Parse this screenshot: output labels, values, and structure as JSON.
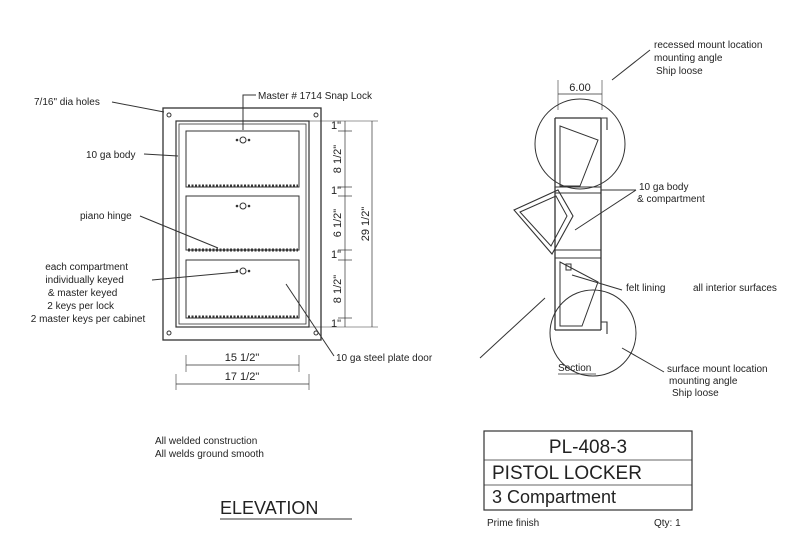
{
  "elevation": {
    "callouts": {
      "holes": "7/16\" dia holes",
      "lock": "Master # 1714 Snap Lock",
      "body": "10 ga body",
      "hinge": "piano hinge",
      "keyed": [
        "each compartment",
        "individually keyed",
        "& master keyed",
        "2 keys per lock",
        "2 master keys per cabinet"
      ],
      "door": "10 ga steel plate door"
    },
    "dimensions": {
      "gap": "1\"",
      "compartment": "8 1/2\"",
      "middle_compartment": "6 1/2\"",
      "overall_height": "29 1/2\"",
      "inner_width": "15 1/2\"",
      "outer_width": "17 1/2\""
    },
    "notes": [
      "All welded construction",
      "All welds ground smooth"
    ],
    "title": "ELEVATION"
  },
  "section": {
    "recessed": [
      "recessed mount location",
      "mounting angle",
      "Ship loose"
    ],
    "depth": "6.00",
    "body_compartment": [
      "10 ga body",
      "& compartment"
    ],
    "felt": "felt lining",
    "interior": "all interior surfaces",
    "label": "Section",
    "surface": [
      "surface mount location",
      "mounting angle",
      "Ship loose"
    ]
  },
  "title_block": {
    "model": "PL-408-3",
    "name": "PISTOL LOCKER",
    "compartments": "3 Compartment",
    "finish": "Prime finish",
    "qty": "Qty: 1"
  }
}
